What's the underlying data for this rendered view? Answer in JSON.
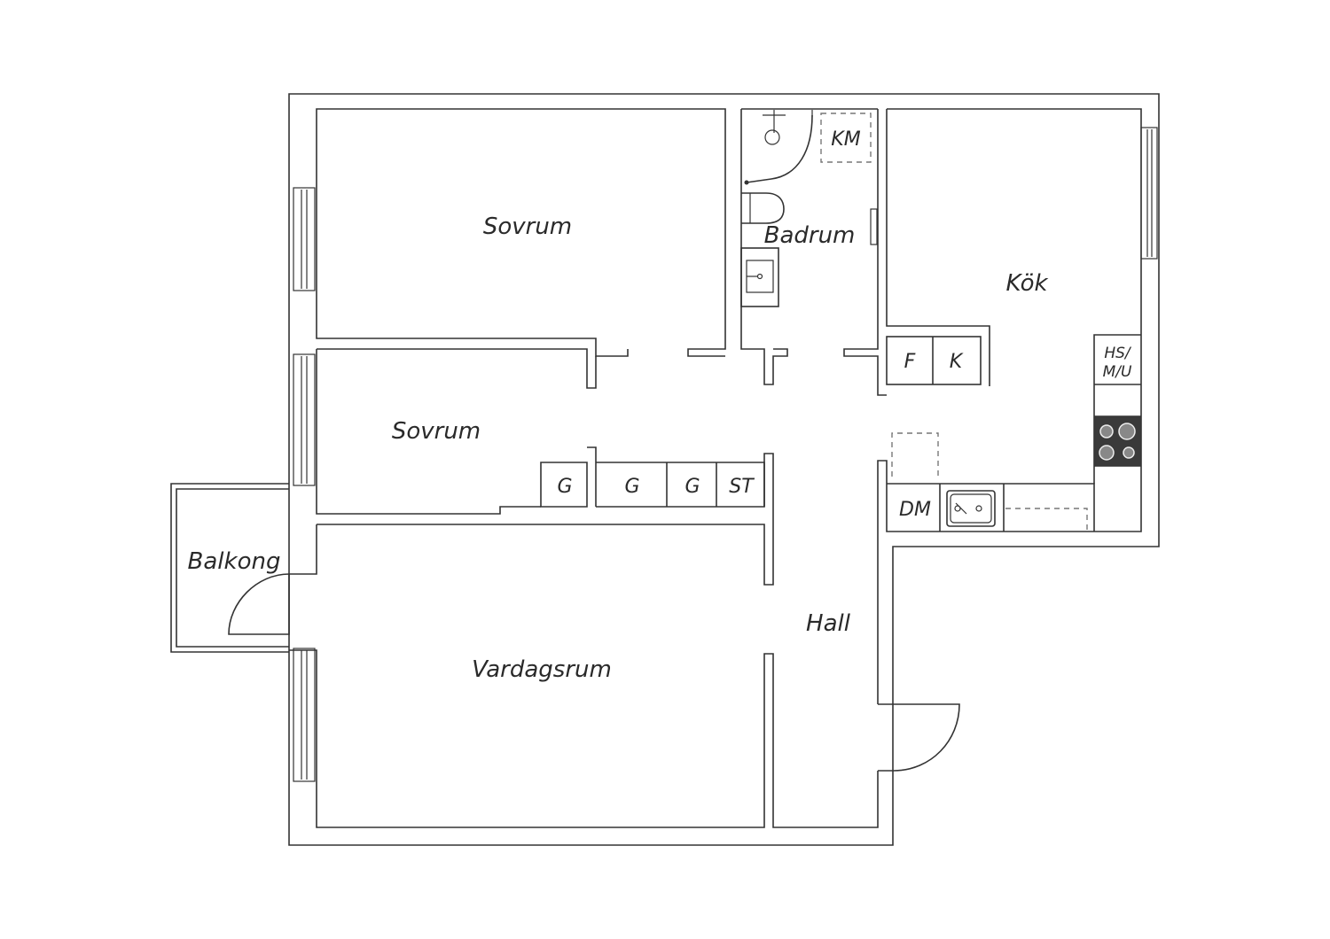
{
  "rooms": {
    "sovrum_1": "Sovrum",
    "badrum": "Badrum",
    "kok": "Kök",
    "sovrum_2": "Sovrum",
    "balkong": "Balkong",
    "vardagsrum": "Vardagsrum",
    "hall": "Hall"
  },
  "fixtures": {
    "km": "KM",
    "f": "F",
    "k": "K",
    "hs_line1": "HS/",
    "hs_line2": "M/U",
    "g1": "G",
    "g2": "G",
    "g3": "G",
    "st": "ST",
    "dm": "DM"
  },
  "colors": {
    "line": "#333333",
    "stove": "#3a3a3a"
  }
}
